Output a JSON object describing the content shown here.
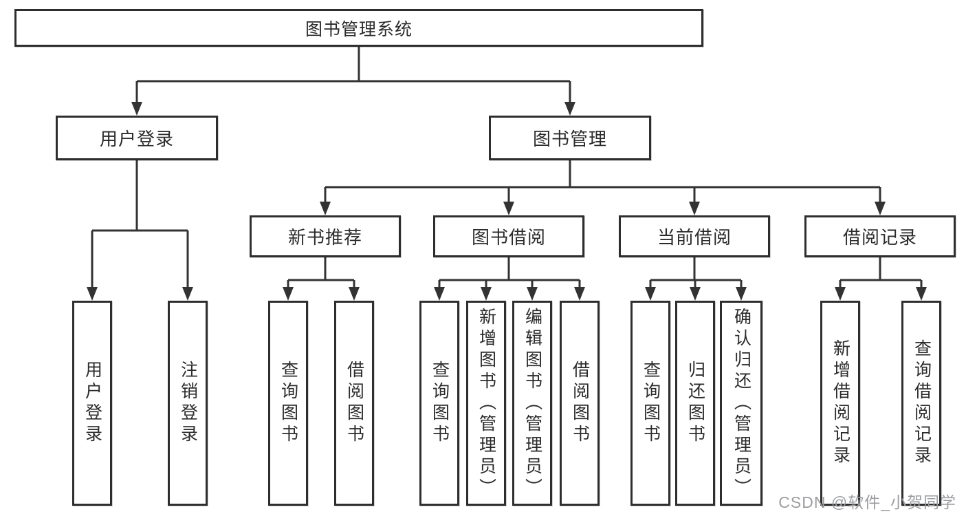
{
  "colors": {
    "line": "#333333",
    "border": "#2e2e2e",
    "text": "#2b2b2b",
    "watermark": "#9b9da0"
  },
  "root": {
    "label": "图书管理系统"
  },
  "branches": {
    "user": {
      "label": "用户登录",
      "children": [
        {
          "label": "用户登录"
        },
        {
          "label": "注销登录"
        }
      ]
    },
    "books": {
      "label": "图书管理",
      "modules": [
        {
          "label": "新书推荐",
          "children": [
            {
              "label": "查询图书"
            },
            {
              "label": "借阅图书"
            }
          ]
        },
        {
          "label": "图书借阅",
          "children": [
            {
              "label": "查询图书"
            },
            {
              "label": "新增图书（管理员）"
            },
            {
              "label": "编辑图书（管理员）"
            },
            {
              "label": "借阅图书"
            }
          ]
        },
        {
          "label": "当前借阅",
          "children": [
            {
              "label": "查询图书"
            },
            {
              "label": "归还图书"
            },
            {
              "label": "确认归还（管理员）"
            }
          ]
        },
        {
          "label": "借阅记录",
          "children": [
            {
              "label": "新增借阅记录"
            },
            {
              "label": "查询借阅记录"
            }
          ]
        }
      ]
    }
  },
  "watermark": {
    "text": "CSDN @软件_小贺同学"
  }
}
